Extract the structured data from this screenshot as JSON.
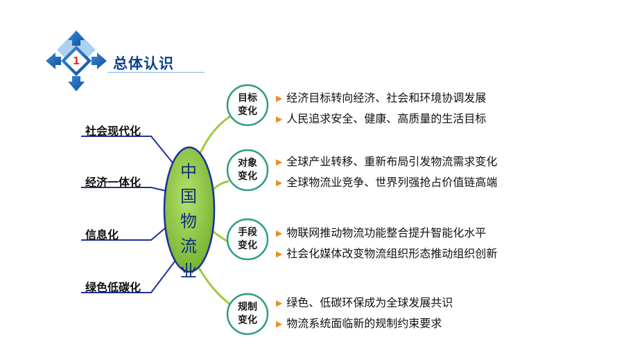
{
  "header": {
    "number": "1",
    "title": "总体认识"
  },
  "center": {
    "label": "中国物流业",
    "chars": [
      "中",
      "国",
      "物",
      "流",
      "业"
    ],
    "fill_color": "#8cc63e"
  },
  "left_items": [
    "社会现代化",
    "经济一体化",
    "信息化",
    "绿色低碳化"
  ],
  "categories": [
    {
      "label_lines": [
        "目标",
        "变化"
      ],
      "bullets": [
        "经济目标转向经济、社会和环境协调发展",
        "人民追求安全、健康、高质量的生活目标"
      ]
    },
    {
      "label_lines": [
        "对象",
        "变化"
      ],
      "bullets": [
        "全球产业转移、重新布局引发物流需求变化",
        "全球物流业竞争、世界列强抢占价值链高端"
      ]
    },
    {
      "label_lines": [
        "手段",
        "变化"
      ],
      "bullets": [
        "物联网推动物流功能整合提升智能化水平",
        "社会化媒体改变物流组织形态推动组织创新"
      ]
    },
    {
      "label_lines": [
        "规制",
        "变化"
      ],
      "bullets": [
        "绿色、低碳环保成为全球发展共识",
        "物流系统面临新的规制约束要求"
      ]
    }
  ],
  "colors": {
    "accent_blue": "#1a5fb4",
    "connector_green": "#9ccc3c",
    "left_connector": "#1f2f9c",
    "bullet_arrow": "#e89020",
    "badge_number": "#e03030"
  },
  "icons": {
    "bullet": "▶",
    "badge": "four-arrow-badge-icon"
  }
}
